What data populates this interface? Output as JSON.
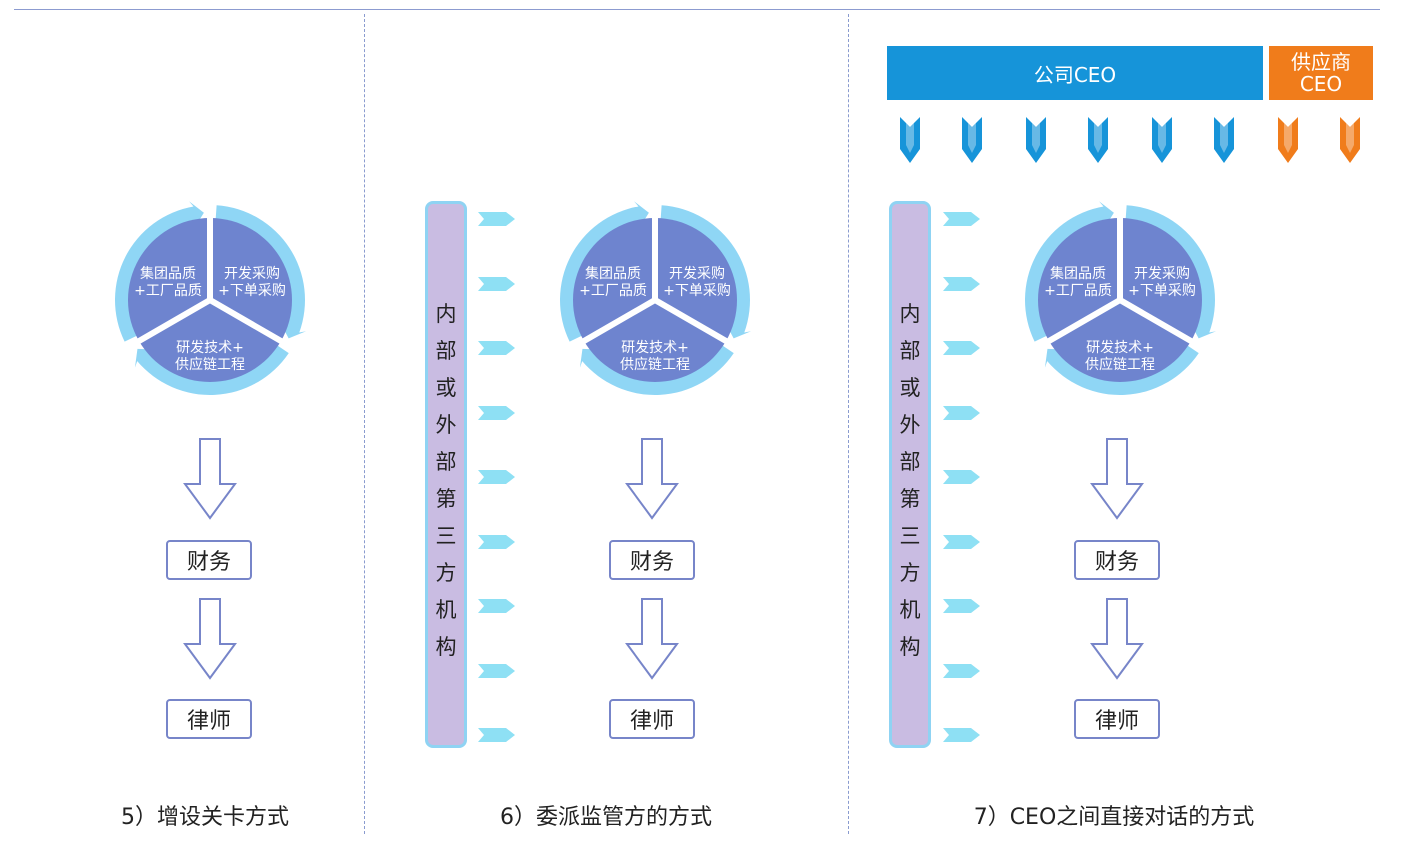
{
  "colors": {
    "pie_fill": "#6e84cf",
    "pie_ring": "#8fd6f5",
    "box_border": "#7785c9",
    "bar_fill": "#c9bce2",
    "bar_border": "#8fd3f3",
    "ceo_blue": "#1694d9",
    "supplier_orange": "#f07c1b",
    "chevron_blue": "#1694d9",
    "chevron_orange": "#f07c1b",
    "flow_arrow": "#8ee0f4",
    "divider": "#8a9bcf"
  },
  "pie": {
    "segment_left": [
      "集团品质",
      "+工厂品质"
    ],
    "segment_right": [
      "开发采购",
      "+下单采购"
    ],
    "segment_bottom": [
      "研发技术+",
      "供应链工程"
    ]
  },
  "finance_label": "财务",
  "lawyer_label": "律师",
  "panels": [
    {
      "caption": "5）增设关卡方式"
    },
    {
      "caption": "6）委派监管方的方式"
    },
    {
      "caption": "7）CEO之间直接对话的方式"
    }
  ],
  "third_party_chars": [
    "内",
    "部",
    "或",
    "外",
    "部",
    "第",
    "三",
    "方",
    "机",
    "构"
  ],
  "ceo": {
    "company_label": "公司CEO",
    "supplier_line1": "供应商",
    "supplier_line2": "CEO"
  },
  "icons": {
    "down_arrow": "hollow-down-arrow-icon",
    "flow_arrow": "right-chevron-arrow-icon",
    "chevron": "down-chevron-icon",
    "ring_arrow": "circular-arrow-icon"
  }
}
